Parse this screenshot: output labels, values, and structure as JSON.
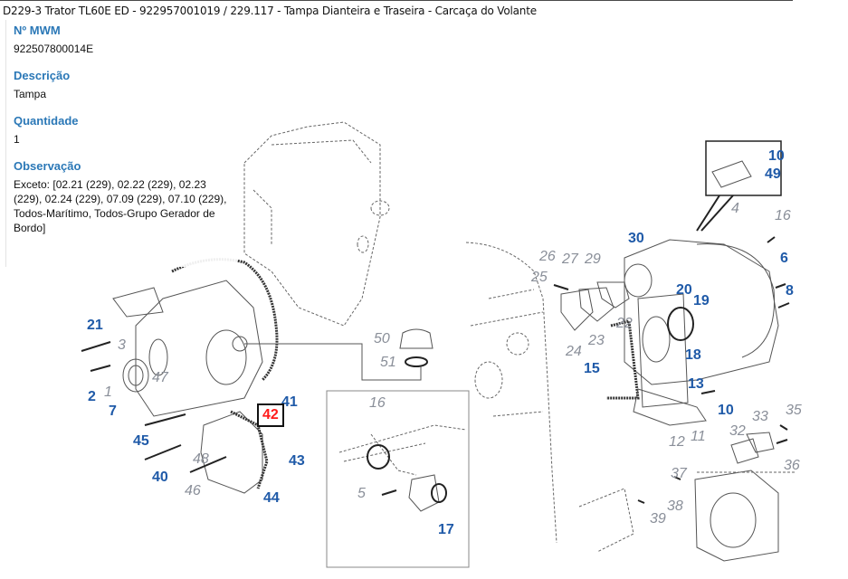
{
  "header": {
    "title": "D229-3 Trator TL60E ED - 922957001019  /  229.117 - Tampa Dianteira e Traseira - Carcaça do Volante"
  },
  "details": {
    "mwm_label": "Nº MWM",
    "mwm_value": "922507800014E",
    "description_label": "Descrição",
    "description_value": "Tampa",
    "quantity_label": "Quantidade",
    "quantity_value": "1",
    "observation_label": "Observação",
    "observation_value": "Exceto: [02.21 (229), 02.22 (229), 02.23 (229), 02.24 (229), 07.09 (229), 07.10 (229), Todos-Marítimo, Todos-Grupo Gerador de Bordo]"
  },
  "colors": {
    "label_blue": "#1f5aa8",
    "label_gray": "#8a8f99",
    "selected_red": "#ff1a1a",
    "heading_blue": "#2b78b7"
  },
  "diagram": {
    "selected_part": "42",
    "labels": [
      {
        "text": "21",
        "style": "blue"
      },
      {
        "text": "3",
        "style": "gray"
      },
      {
        "text": "47",
        "style": "gray"
      },
      {
        "text": "2",
        "style": "blue"
      },
      {
        "text": "1",
        "style": "gray"
      },
      {
        "text": "7",
        "style": "blue"
      },
      {
        "text": "45",
        "style": "blue"
      },
      {
        "text": "40",
        "style": "blue"
      },
      {
        "text": "48",
        "style": "gray"
      },
      {
        "text": "46",
        "style": "gray"
      },
      {
        "text": "41",
        "style": "blue"
      },
      {
        "text": "42",
        "style": "selected"
      },
      {
        "text": "43",
        "style": "blue"
      },
      {
        "text": "44",
        "style": "blue"
      },
      {
        "text": "50",
        "style": "gray"
      },
      {
        "text": "51",
        "style": "gray"
      },
      {
        "text": "16",
        "style": "gray"
      },
      {
        "text": "5",
        "style": "gray"
      },
      {
        "text": "17",
        "style": "blue"
      },
      {
        "text": "26",
        "style": "gray"
      },
      {
        "text": "27",
        "style": "gray"
      },
      {
        "text": "29",
        "style": "gray"
      },
      {
        "text": "25",
        "style": "gray"
      },
      {
        "text": "30",
        "style": "blue"
      },
      {
        "text": "22",
        "style": "gray"
      },
      {
        "text": "23",
        "style": "gray"
      },
      {
        "text": "24",
        "style": "gray"
      },
      {
        "text": "15",
        "style": "blue"
      },
      {
        "text": "20",
        "style": "blue"
      },
      {
        "text": "19",
        "style": "blue"
      },
      {
        "text": "18",
        "style": "blue"
      },
      {
        "text": "13",
        "style": "blue"
      },
      {
        "text": "10",
        "style": "blue"
      },
      {
        "text": "12",
        "style": "gray"
      },
      {
        "text": "11",
        "style": "gray"
      },
      {
        "text": "10",
        "style": "blue"
      },
      {
        "text": "49",
        "style": "blue"
      },
      {
        "text": "4",
        "style": "gray"
      },
      {
        "text": "16",
        "style": "gray"
      },
      {
        "text": "6",
        "style": "blue"
      },
      {
        "text": "8",
        "style": "blue"
      },
      {
        "text": "32",
        "style": "gray"
      },
      {
        "text": "33",
        "style": "gray"
      },
      {
        "text": "35",
        "style": "gray"
      },
      {
        "text": "36",
        "style": "gray"
      },
      {
        "text": "37",
        "style": "gray"
      },
      {
        "text": "38",
        "style": "gray"
      },
      {
        "text": "39",
        "style": "gray"
      }
    ]
  }
}
